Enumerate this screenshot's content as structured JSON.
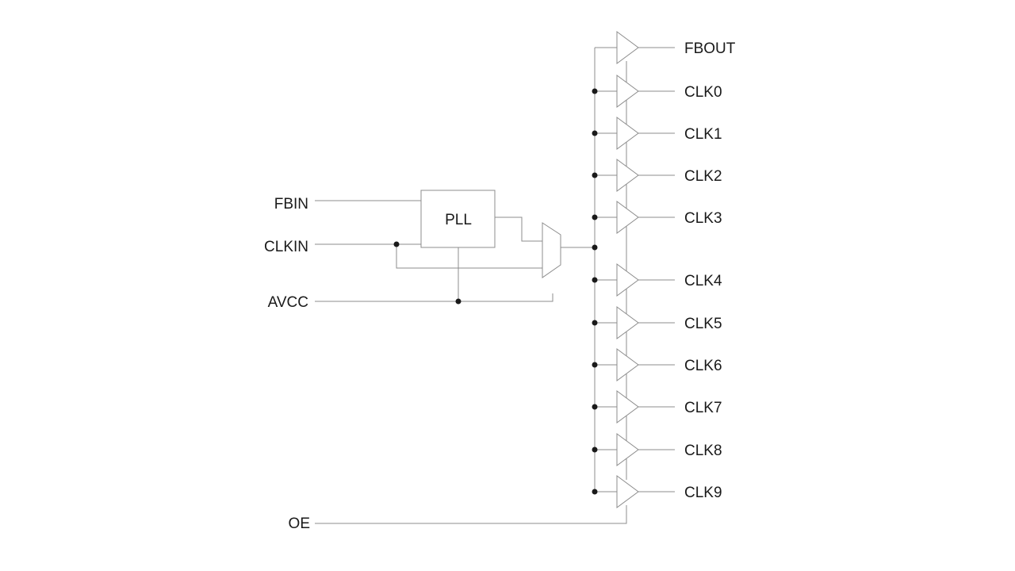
{
  "inputs": {
    "fbin": "FBIN",
    "clkin": "CLKIN",
    "avcc": "AVCC",
    "oe": "OE"
  },
  "pll": {
    "label": "PLL"
  },
  "outputs": [
    "FBOUT",
    "CLK0",
    "CLK1",
    "CLK2",
    "CLK3",
    "CLK4",
    "CLK5",
    "CLK6",
    "CLK7",
    "CLK8",
    "CLK9"
  ],
  "colors": {
    "line": "#8c8c8c",
    "text": "#1a1a1a",
    "junction": "#1a1a1a"
  }
}
